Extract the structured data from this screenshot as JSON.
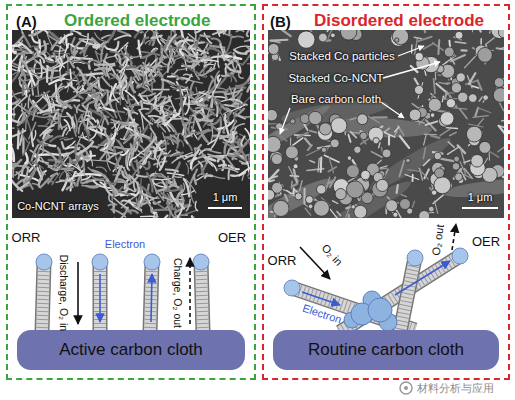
{
  "diagram": {
    "nodes": [
      {
        "text": [
          "(A)",
          "Ordered electrode"
        ]
      },
      {
        "text": [
          "Active carbon cloth"
        ],
        "in": 0
      },
      {
        "text": [
          "(B)",
          "Disordered electrode"
        ]
      },
      {
        "text": [
          "Routine carbon cloth"
        ],
        "in": 2
      }
    ],
    "labels": [
      "Co-NCNT arrays",
      "1 μm",
      "ORR",
      "OER",
      "Discharge, O₂ in",
      "Electron",
      "Charge, O₂ out",
      "Stacked Co particles",
      "Stacked Co-NCNT",
      "Bare carbon cloth",
      "1 μm",
      "ORR",
      "O₂ in",
      "O₂ out",
      "OER",
      "Electron",
      "材料分析与应用"
    ]
  }
}
